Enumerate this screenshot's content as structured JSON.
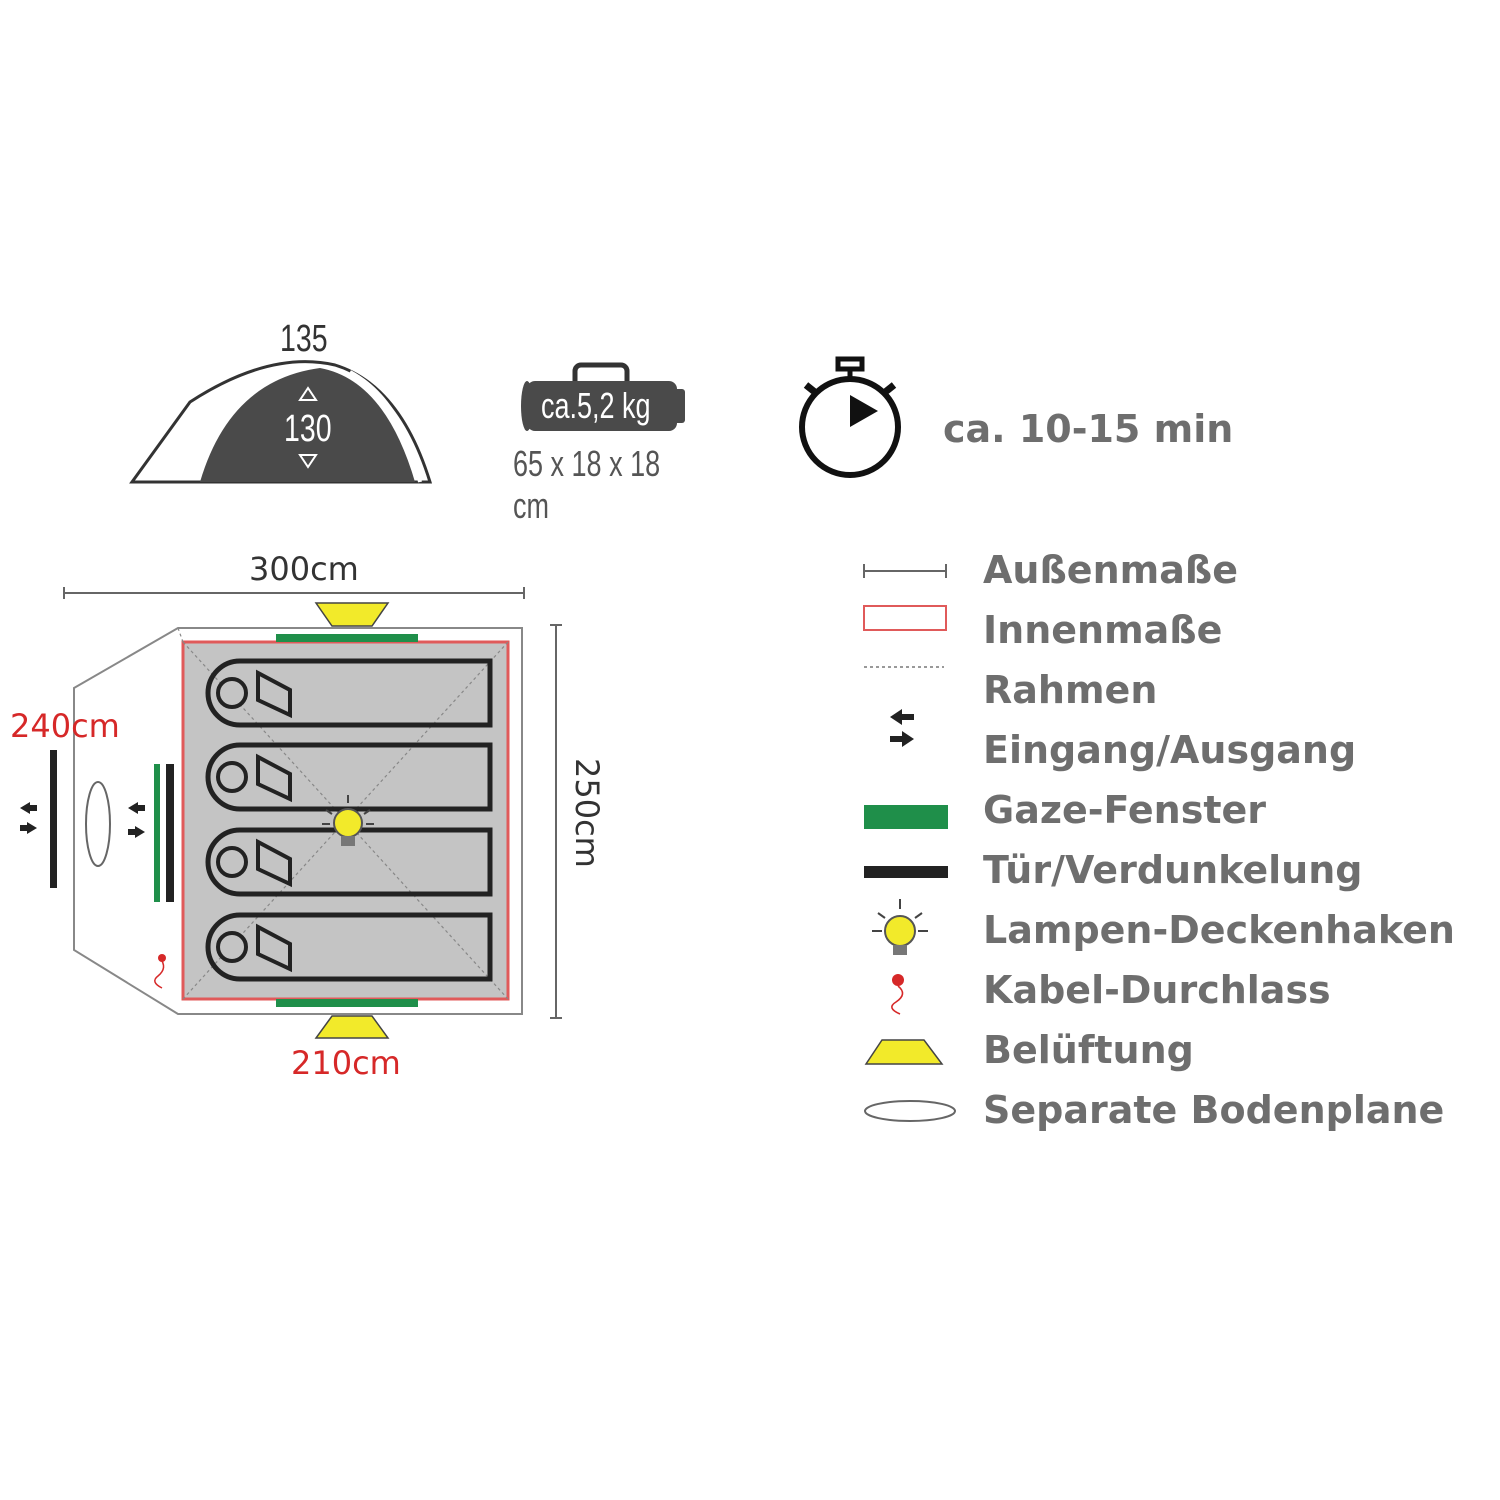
{
  "colors": {
    "dark": "#4a4a4a",
    "floor": "#c4c4c4",
    "inner_red": "#e05a5a",
    "window_green": "#1f8f4a",
    "vent_yellow": "#f2ea2a",
    "text_gray": "#6e6e6e",
    "dim_red": "#d62828"
  },
  "profile": {
    "width_label": "135",
    "height_label": "130"
  },
  "pack": {
    "weight_label": "ca.5,2 kg",
    "size_label": "65 x 18 x 18 cm"
  },
  "setup": {
    "time_label": "ca. 10-15 min",
    "icon": "stopwatch-icon"
  },
  "floorplan": {
    "outer_width_label": "300cm",
    "outer_depth_label": "250cm",
    "vestibule_width_label": "240cm",
    "inner_width_label": "210cm",
    "sleeping_places": 4
  },
  "legend": [
    {
      "icon": "outer-dimension-line-icon",
      "label": "Außenmaße"
    },
    {
      "icon": "inner-dimension-rect-icon",
      "label": "Innenmaße"
    },
    {
      "icon": "frame-dotted-line-icon",
      "label": "Rahmen"
    },
    {
      "icon": "entrance-arrows-icon",
      "label": ""
    },
    {
      "icon": "",
      "label": "Eingang/Ausgang"
    },
    {
      "icon": "mesh-window-icon",
      "label": "Gaze-Fenster"
    },
    {
      "icon": "door-blackout-icon",
      "label": "Tür/Verdunkelung"
    },
    {
      "icon": "lamp-hook-icon",
      "label": "Lampen-Deckenhaken"
    },
    {
      "icon": "cable-port-icon",
      "label": "Kabel-Durchlass"
    },
    {
      "icon": "ventilation-icon",
      "label": "Belüftung"
    },
    {
      "icon": "groundsheet-icon",
      "label": "Separate Bodenplane"
    }
  ]
}
